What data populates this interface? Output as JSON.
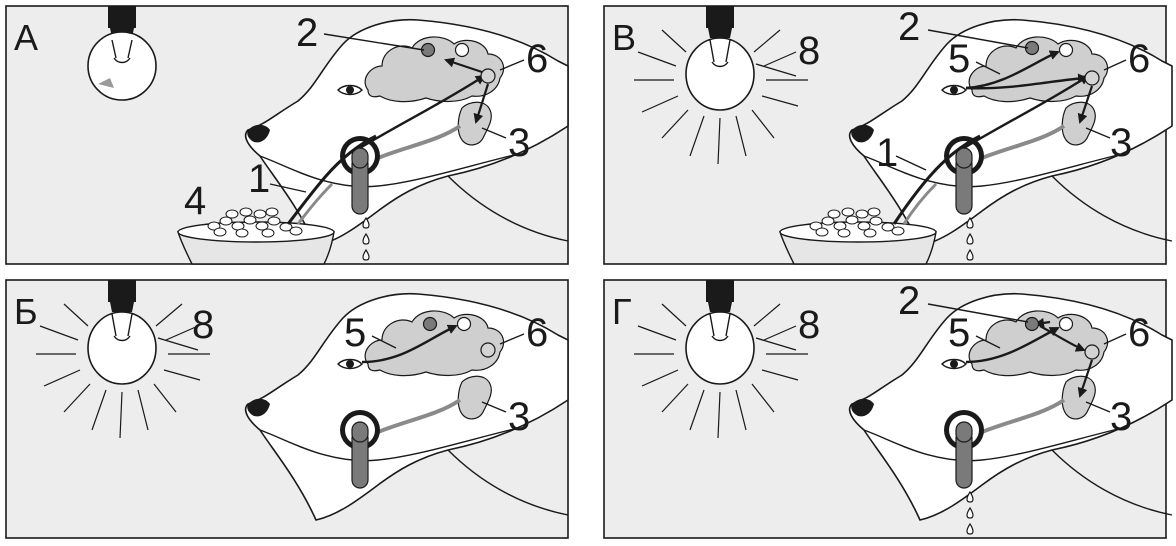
{
  "panels": [
    {
      "key": "A",
      "letter": "А",
      "bulb_on": false,
      "food": true,
      "saliva": true,
      "visual_path": false,
      "taste_path": true,
      "cortex_link": "sub-to-cortex",
      "labels": {
        "n1": "1",
        "n2": "2",
        "n3": "3",
        "n4": "4",
        "n6": "6"
      }
    },
    {
      "key": "V",
      "letter": "В",
      "bulb_on": true,
      "food": true,
      "saliva": true,
      "visual_path": true,
      "taste_path": true,
      "cortex_link": "sub-to-cortex",
      "labels": {
        "n1": "1",
        "n2": "2",
        "n3": "3",
        "n5": "5",
        "n6": "6",
        "n8": "8"
      }
    },
    {
      "key": "B",
      "letter": "Б",
      "bulb_on": true,
      "food": false,
      "saliva": false,
      "visual_path": true,
      "taste_path": false,
      "cortex_link": "none",
      "labels": {
        "n3": "3",
        "n5": "5",
        "n6": "6",
        "n8": "8"
      }
    },
    {
      "key": "G",
      "letter": "Г",
      "bulb_on": true,
      "food": false,
      "saliva": true,
      "visual_path": true,
      "taste_path": false,
      "cortex_link": "cortex-to-sub",
      "labels": {
        "n2": "2",
        "n3": "3",
        "n5": "5",
        "n6": "6",
        "n8": "8"
      }
    }
  ],
  "colors": {
    "frame_bg": "#ededed",
    "head_fill": "#ffffff",
    "brain_fill": "#cfcfcf",
    "node_dark": "#7a7a7a",
    "node_light": "#d4d4d4",
    "node_white": "#ffffff",
    "stroke": "#1a1a1a",
    "tube": "#7a7a7a",
    "nerve_grey": "#8a8a8a"
  }
}
